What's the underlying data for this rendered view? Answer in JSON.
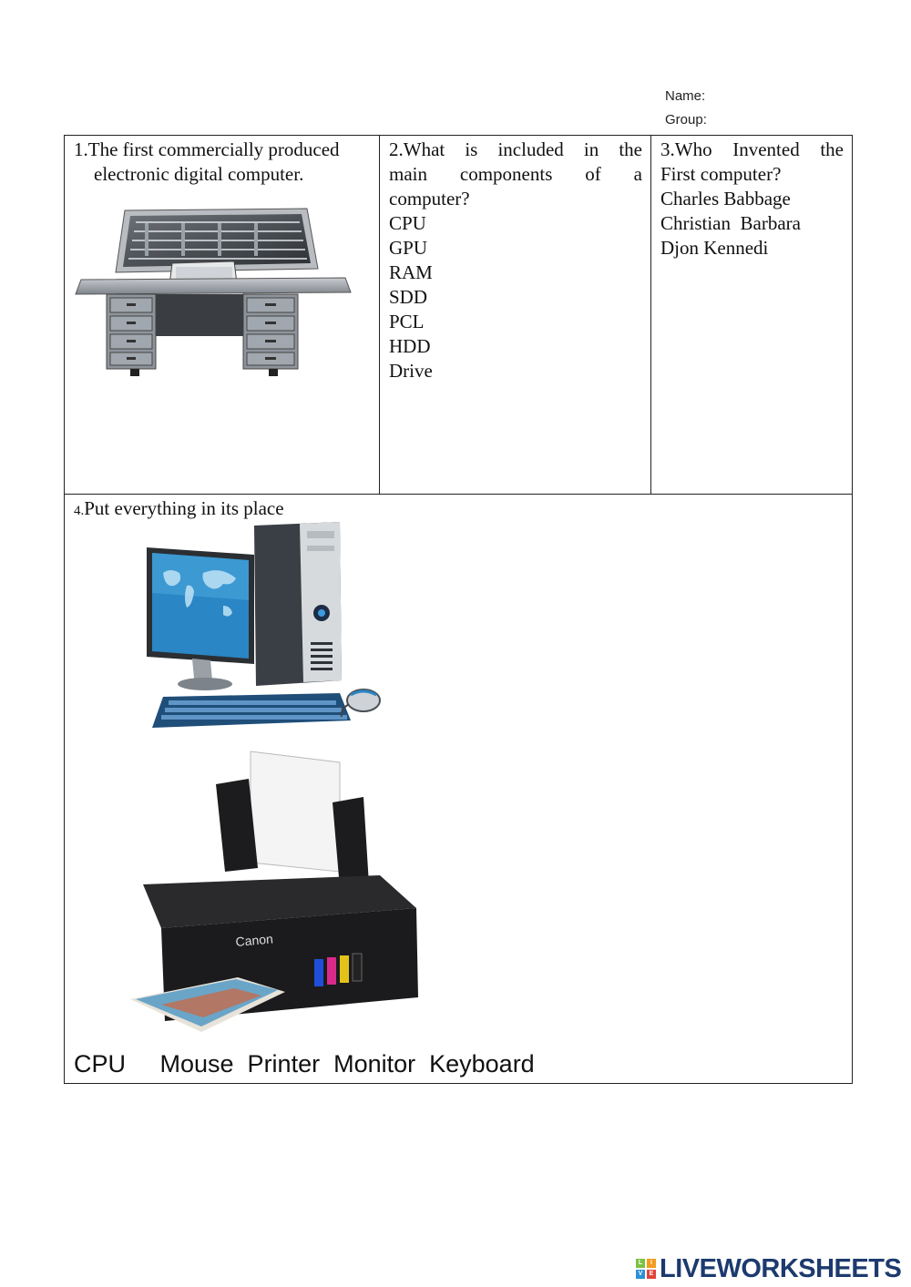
{
  "header": {
    "name_label": "Name:",
    "group_label": "Group:"
  },
  "q1": {
    "line1": "1.The first commercially produced",
    "line2": "electronic digital computer."
  },
  "q2": {
    "question_lines": [
      "2.What is included in the",
      "main components of a",
      "computer?"
    ],
    "options": [
      "CPU",
      "GPU",
      "RAM",
      "SDD",
      "PCL",
      "HDD",
      "Drive"
    ]
  },
  "q3": {
    "question_lines": [
      "3.Who Invented the",
      "First computer?"
    ],
    "options": [
      "Charles Babbage",
      "Christian  Barbara",
      "Djon Kennedi"
    ]
  },
  "q4": {
    "number": "4.",
    "text": "Put everything in its place",
    "words": "CPU     Mouse  Printer  Monitor  Keyboard"
  },
  "images": {
    "computer_brand_text": "Canon"
  },
  "footer": {
    "logo_letters": [
      "L",
      "I",
      "V",
      "E"
    ],
    "logo_text": "LIVEWORKSHEETS"
  },
  "colors": {
    "logo_green": "#7cc242",
    "logo_orange": "#f39c1f",
    "logo_blue": "#2c8fd6",
    "logo_red": "#e0433b",
    "logo_navy": "#1c3a6e"
  }
}
